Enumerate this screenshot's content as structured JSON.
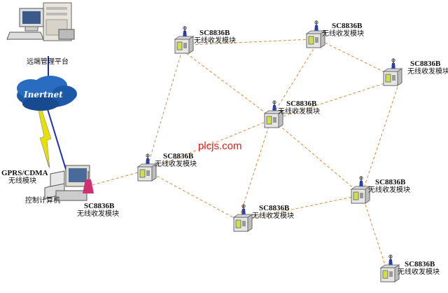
{
  "diagram": {
    "platform_label": "远端管理平台",
    "cloud_label": "Inertnet",
    "gprs_line1": "GPRS/CDMA",
    "gprs_line2": "无线模块",
    "control_label": "控制计算机",
    "watermark": "plcjs.com",
    "module_model": "SC8836B",
    "module_desc": "无线收发模块",
    "colors": {
      "mesh_line": "#e08a3a",
      "wire_blue": "#1b2fbf",
      "lightning": "#e8e000",
      "cloud": "#1c5aa8",
      "watermark": "#e02020"
    },
    "icons": [
      "server-tower-icon",
      "cloud-icon",
      "lightning-icon",
      "computer-icon",
      "radio-module-icon"
    ]
  }
}
